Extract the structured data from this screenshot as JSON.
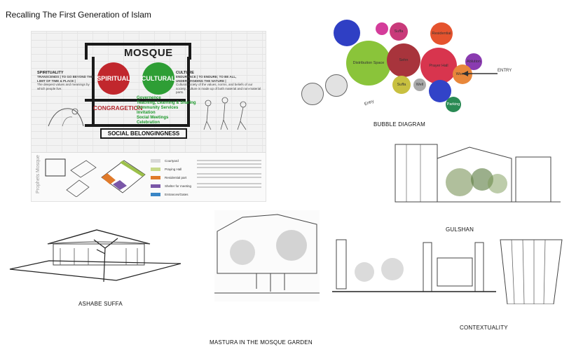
{
  "page_title": "Recalling The First Generation of Islam",
  "poster": {
    "heading": "MOSQUE",
    "spiritual_label": "SPIRITUAL",
    "cultural_label": "CULTURAL",
    "spirituality_heading": "SPIRITUALITY",
    "spirituality_sub": "TRANSCENDS | TO GO BEYOND THE LIMIT OF TIME & PLACE |",
    "spirituality_text": "The deepest values and meanings by which people live.",
    "culture_heading": "CULTURE",
    "culture_sub": "ENDURANCE | TO ENDURE; TO BE ALL, UNDERSTANDING THE NATURE |",
    "culture_text": "Cultural society of the values, norms, and beliefs of our society. Culture is made up of both material and non-material parts.",
    "congregation_label": "CONGRAGETION",
    "functions": [
      "Governence",
      "Teaching, Learning & Sharing",
      "Community Services",
      "Invitation",
      "Social Meetings",
      "Celebration"
    ],
    "social_label": "SOCIAL BELONGINGNESS",
    "side_label": "Prophets Mosque",
    "legend": [
      {
        "label": "Courtyard",
        "color": "#d8d8d8"
      },
      {
        "label": "Praying Hall",
        "color": "#c7d98a"
      },
      {
        "label": "Residential part",
        "color": "#e07a2a"
      },
      {
        "label": "Shelter for meeting",
        "color": "#7a57a8"
      },
      {
        "label": "Entrances/Gates",
        "color": "#3a86c6"
      }
    ]
  },
  "bubble_diagram": {
    "caption": "BUBBLE DIAGRAM",
    "entry_label": "ENTRY",
    "entry_label_2": "Entry",
    "bubbles": [
      {
        "label": "",
        "color": "#2f3fc4"
      },
      {
        "label": "",
        "color": "#d43c9a"
      },
      {
        "label": "Suffa",
        "color": "#c93a7a"
      },
      {
        "label": "Residential",
        "color": "#e5532e"
      },
      {
        "label": "Distribution Space",
        "color": "#8ac43a"
      },
      {
        "label": "Sehn",
        "color": "#a8343c"
      },
      {
        "label": "Prayer Hall",
        "color": "#d8354e"
      },
      {
        "label": "Ablution",
        "color": "#8a3bb0"
      },
      {
        "label": "Women",
        "color": "#e8873a"
      },
      {
        "label": "Suffa",
        "color": "#c8c040"
      },
      {
        "label": "Well",
        "color": "#aaaaaa"
      },
      {
        "label": "",
        "color": "#3243c8"
      },
      {
        "label": "Parking",
        "color": "#2a8a54"
      },
      {
        "label": "",
        "color": "#bbbbbb"
      },
      {
        "label": "",
        "color": "#bbbbbb"
      }
    ]
  },
  "captions": {
    "gulshan": "GULSHAN",
    "ashabe": "ASHABE SUFFA",
    "mastura": "MASTURA IN THE MOSQUE GARDEN",
    "context": "CONTEXTUALITY"
  }
}
